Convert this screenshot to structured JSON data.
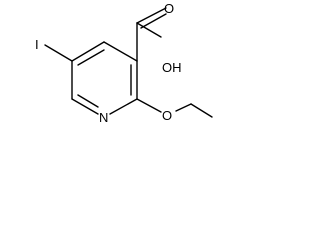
{
  "molecule": {
    "atoms": {
      "iodine": "I",
      "nitrogen": "N",
      "oxygen_carbonyl": "O",
      "hydroxyl": "OH",
      "oxygen_ether": "O"
    }
  }
}
